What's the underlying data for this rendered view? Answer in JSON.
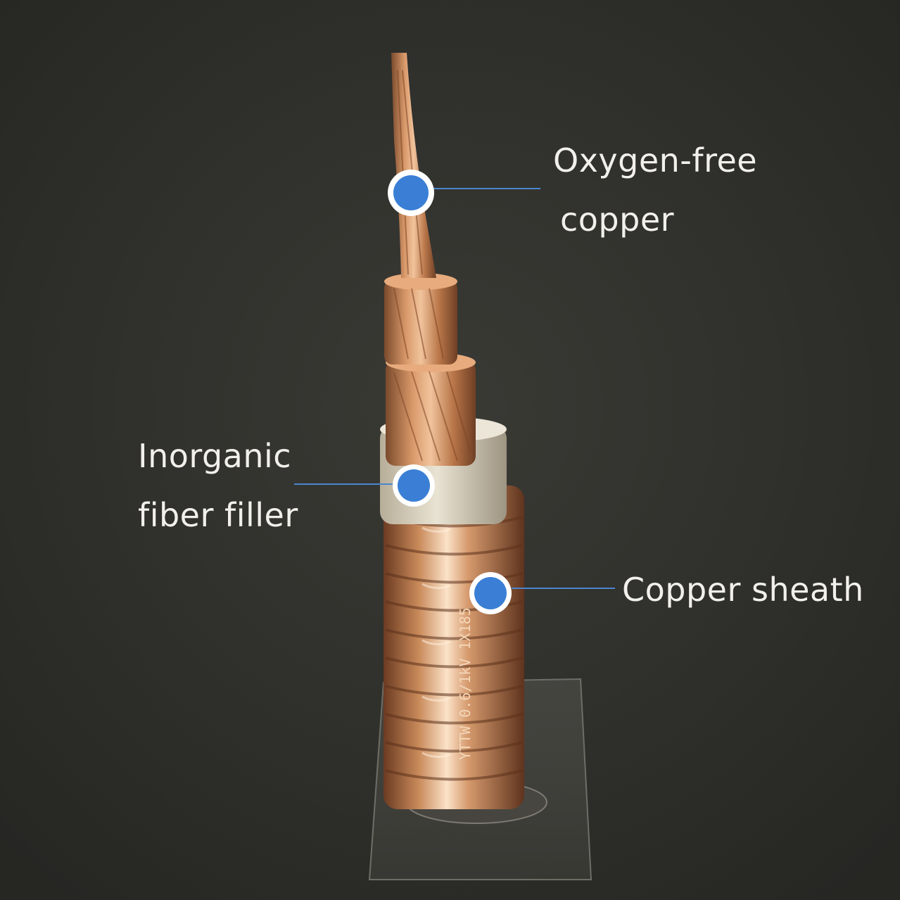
{
  "labels": {
    "oxygen_free_copper": {
      "line1": "Oxygen-free",
      "line2": "copper"
    },
    "inorganic_fiber_filler": {
      "line1": "Inorganic",
      "line2": "fiber filler"
    },
    "copper_sheath": {
      "line1": "Copper sheath"
    }
  },
  "cable_print": "YTTW 0.6/1kV 1X185",
  "colors": {
    "background": "#2f2f2b",
    "marker": "#3a7fd5",
    "leader_line": "#4a86cf",
    "copper": "#c98a5a",
    "filler": "#d8d0bd",
    "label_text": "#f2f0ea"
  }
}
